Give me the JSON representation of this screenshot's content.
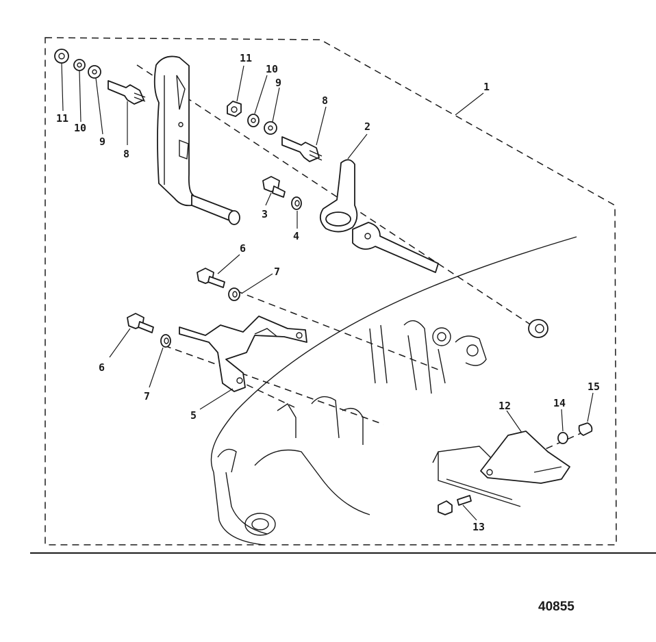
{
  "figure_number": "40855",
  "callouts": {
    "c1": "1",
    "c2": "2",
    "c3": "3",
    "c4": "4",
    "c5": "5",
    "c6a": "6",
    "c6b": "6",
    "c7a": "7",
    "c7b": "7",
    "c8a": "8",
    "c8b": "8",
    "c9a": "9",
    "c9b": "9",
    "c10a": "10",
    "c10b": "10",
    "c11a": "11",
    "c11b": "11",
    "c12": "12",
    "c13": "13",
    "c14": "14",
    "c15": "15"
  }
}
